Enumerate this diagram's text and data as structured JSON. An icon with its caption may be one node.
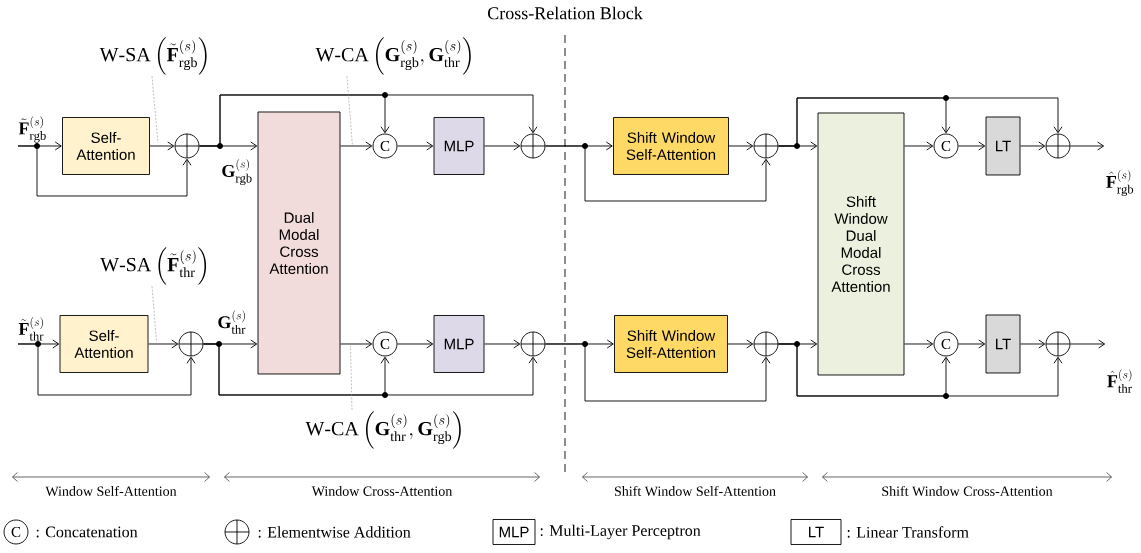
{
  "diagram": {
    "title": "Cross-Relation Block",
    "nodes": [
      {
        "text": [
          "\\tilde{\\mathbf{F}}^{(s)}_{\\mathrm{rgb}}"
        ]
      },
      {
        "text": [
          "Self-Attention"
        ]
      },
      {
        "text": [],
        "shape": "circle"
      },
      {
        "text": [
          "Dual Modal Cross Attention"
        ]
      },
      {
        "text": [
          "C"
        ]
      },
      {
        "text": [
          "MLP"
        ]
      },
      {
        "text": [],
        "shape": "circle"
      },
      {
        "text": [
          "Shift Window Self-Attention"
        ]
      },
      {
        "text": [],
        "shape": "circle"
      },
      {
        "text": [
          "Shift Window Dual Modal Cross Attention"
        ]
      },
      {
        "text": [
          "C"
        ]
      },
      {
        "text": [
          "LT"
        ]
      },
      {
        "text": [],
        "shape": "circle"
      },
      {
        "text": [
          "\\hat{\\mathbf{F}}^{(s)}_{\\mathrm{rgb}}"
        ]
      },
      {
        "text": [
          "\\tilde{\\mathbf{F}}^{(s)}_{\\mathrm{thr}}"
        ]
      },
      {
        "text": [
          "Self-Attention"
        ]
      },
      {
        "text": [],
        "shape": "circle"
      },
      {
        "text": [
          "C"
        ]
      },
      {
        "text": [
          "MLP"
        ]
      },
      {
        "text": [],
        "shape": "circle"
      },
      {
        "text": [
          "Shift Window Self-Attention"
        ]
      },
      {
        "text": [],
        "shape": "circle"
      },
      {
        "text": [
          "C"
        ]
      },
      {
        "text": [
          "LT"
        ]
      },
      {
        "text": [],
        "shape": "circle"
      },
      {
        "text": [
          "\\hat{\\mathbf{F}}^{(s)}_{\\mathrm{thr}}"
        ]
      },
      {
        "text": [
          "\\mathrm{W\\text{-}SA}\\left(\\tilde{\\mathbf{F}}^{(s)}_{\\mathrm{rgb}}\\right)"
        ]
      },
      {
        "text": [
          "\\mathrm{W\\text{-}CA}\\left(\\mathbf{G}^{(s)}_{\\mathrm{rgb}},\\mathbf{G}^{(s)}_{\\mathrm{thr}}\\right)"
        ]
      },
      {
        "text": [
          "\\mathrm{W\\text{-}SA}\\left(\\tilde{\\mathbf{F}}^{(s)}_{\\mathrm{thr}}\\right)"
        ]
      },
      {
        "text": [
          "\\mathrm{W\\text{-}CA}\\left(\\mathbf{G}^{(s)}_{\\mathrm{thr}},\\mathbf{G}^{(s)}_{\\mathrm{rgb}}\\right)"
        ]
      }
    ],
    "edges": [
      {
        "from": 0,
        "to": 1,
        "arrow": "to"
      },
      {
        "from": 0,
        "to": 2,
        "arrow": "to"
      },
      {
        "from": 1,
        "to": 2,
        "arrow": "to"
      },
      {
        "from": 2,
        "to": 3,
        "arrow": "to"
      },
      {
        "from": 2,
        "to": 4,
        "arrow": "to"
      },
      {
        "from": 2,
        "to": 6,
        "arrow": "to"
      },
      {
        "from": 3,
        "to": 4,
        "arrow": "to"
      },
      {
        "from": 4,
        "to": 5,
        "arrow": "to"
      },
      {
        "from": 5,
        "to": 6,
        "arrow": "to"
      },
      {
        "from": 6,
        "to": 7,
        "arrow": "to"
      },
      {
        "from": 6,
        "to": 8,
        "arrow": "to"
      },
      {
        "from": 7,
        "to": 8,
        "arrow": "to"
      },
      {
        "from": 8,
        "to": 9,
        "arrow": "to"
      },
      {
        "from": 8,
        "to": 10,
        "arrow": "to"
      },
      {
        "from": 8,
        "to": 12,
        "arrow": "to"
      },
      {
        "from": 9,
        "to": 10,
        "arrow": "to"
      },
      {
        "from": 10,
        "to": 11,
        "arrow": "to"
      },
      {
        "from": 11,
        "to": 12,
        "arrow": "to"
      },
      {
        "from": 12,
        "to": 13,
        "arrow": "to"
      },
      {
        "from": 14,
        "to": 15,
        "arrow": "to"
      },
      {
        "from": 14,
        "to": 16,
        "arrow": "to"
      },
      {
        "from": 15,
        "to": 16,
        "arrow": "to"
      },
      {
        "from": 16,
        "to": 3,
        "arrow": "to"
      },
      {
        "from": 16,
        "to": 17,
        "arrow": "to"
      },
      {
        "from": 16,
        "to": 19,
        "arrow": "to"
      },
      {
        "from": 3,
        "to": 17,
        "arrow": "to"
      },
      {
        "from": 17,
        "to": 18,
        "arrow": "to"
      },
      {
        "from": 18,
        "to": 19,
        "arrow": "to"
      },
      {
        "from": 19,
        "to": 20,
        "arrow": "to"
      },
      {
        "from": 19,
        "to": 21,
        "arrow": "to"
      },
      {
        "from": 20,
        "to": 21,
        "arrow": "to"
      },
      {
        "from": 21,
        "to": 9,
        "arrow": "to"
      },
      {
        "from": 21,
        "to": 22,
        "arrow": "to"
      },
      {
        "from": 21,
        "to": 24,
        "arrow": "to"
      },
      {
        "from": 9,
        "to": 22,
        "arrow": "to"
      },
      {
        "from": 22,
        "to": 23,
        "arrow": "to"
      },
      {
        "from": 23,
        "to": 24,
        "arrow": "to"
      },
      {
        "from": 24,
        "to": 25,
        "arrow": "to"
      },
      {
        "from": 26,
        "to": 1,
        "arrow": "none",
        "style": "dashed",
        "color": "#808080"
      },
      {
        "from": 27,
        "to": 3,
        "arrow": "none",
        "style": "dashed",
        "color": "#808080"
      },
      {
        "from": 28,
        "to": 15,
        "arrow": "none",
        "style": "dashed",
        "color": "#808080"
      },
      {
        "from": 29,
        "to": 3,
        "arrow": "none",
        "style": "dashed",
        "color": "#808080"
      }
    ],
    "labels": [
      "\\mathbf{G}^{(s)}_{\\mathrm{rgb}}",
      "\\mathbf{G}^{(s)}_{\\mathrm{thr}}",
      "Window Self-Attention",
      "Window Cross-Attention",
      "Shift Window Self-Attention",
      "Shift Window Cross-Attention",
      "C",
      "MLP",
      "LT"
    ],
    "legend": [
      {
        "text": ": Concatenation"
      },
      {
        "text": ": Elementwise Addition"
      },
      {
        "text": ": Multi-Layer Perceptron"
      },
      {
        "text": ": Linear Transform"
      }
    ]
  }
}
